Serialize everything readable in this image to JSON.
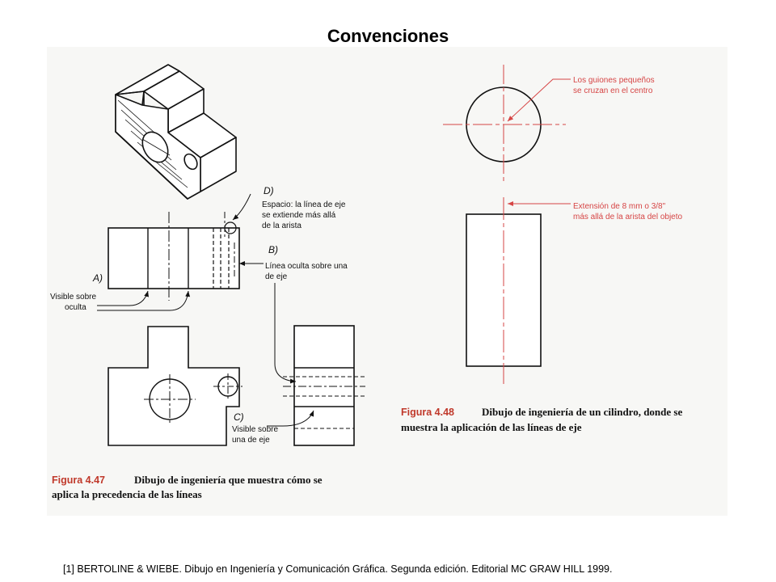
{
  "slide": {
    "title": "Convenciones",
    "footer": "[1] BERTOLINE & WIEBE. Dibujo en Ingeniería y Comunicación Gráfica. Segunda edición. Editorial MC GRAW HILL 1999."
  },
  "figure_left": {
    "number": "Figura 4.47",
    "caption_line1": "Dibujo de ingeniería que muestra cómo se",
    "caption_line2": "aplica la precedencia de las líneas",
    "labels": {
      "a_letter": "A)",
      "a_line1": "Visible sobre",
      "a_line2": "oculta",
      "b_letter": "B)",
      "b_line1": "Línea oculta sobre una",
      "b_line2": "de eje",
      "c_letter": "C)",
      "c_line1": "Visible sobre",
      "c_line2": "una de eje",
      "d_letter": "D)",
      "d_line1": "Espacio: la línea de eje",
      "d_line2": "se extiende más allá",
      "d_line3": "de la arista"
    }
  },
  "figure_right": {
    "number": "Figura 4.48",
    "caption_line1": "Dibujo de ingeniería de un cilindro, donde se",
    "caption_line2": "muestra la aplicación de las líneas de eje",
    "labels": {
      "top_line1": "Los guiones pequeños",
      "top_line2": "se cruzan en el centro",
      "ext_line1": "Extensión de 8 mm o 3/8\"",
      "ext_line2": "más allá de la arista del objeto"
    }
  },
  "colors": {
    "accent_red": "#d64545",
    "caption_red": "#c0392b"
  }
}
